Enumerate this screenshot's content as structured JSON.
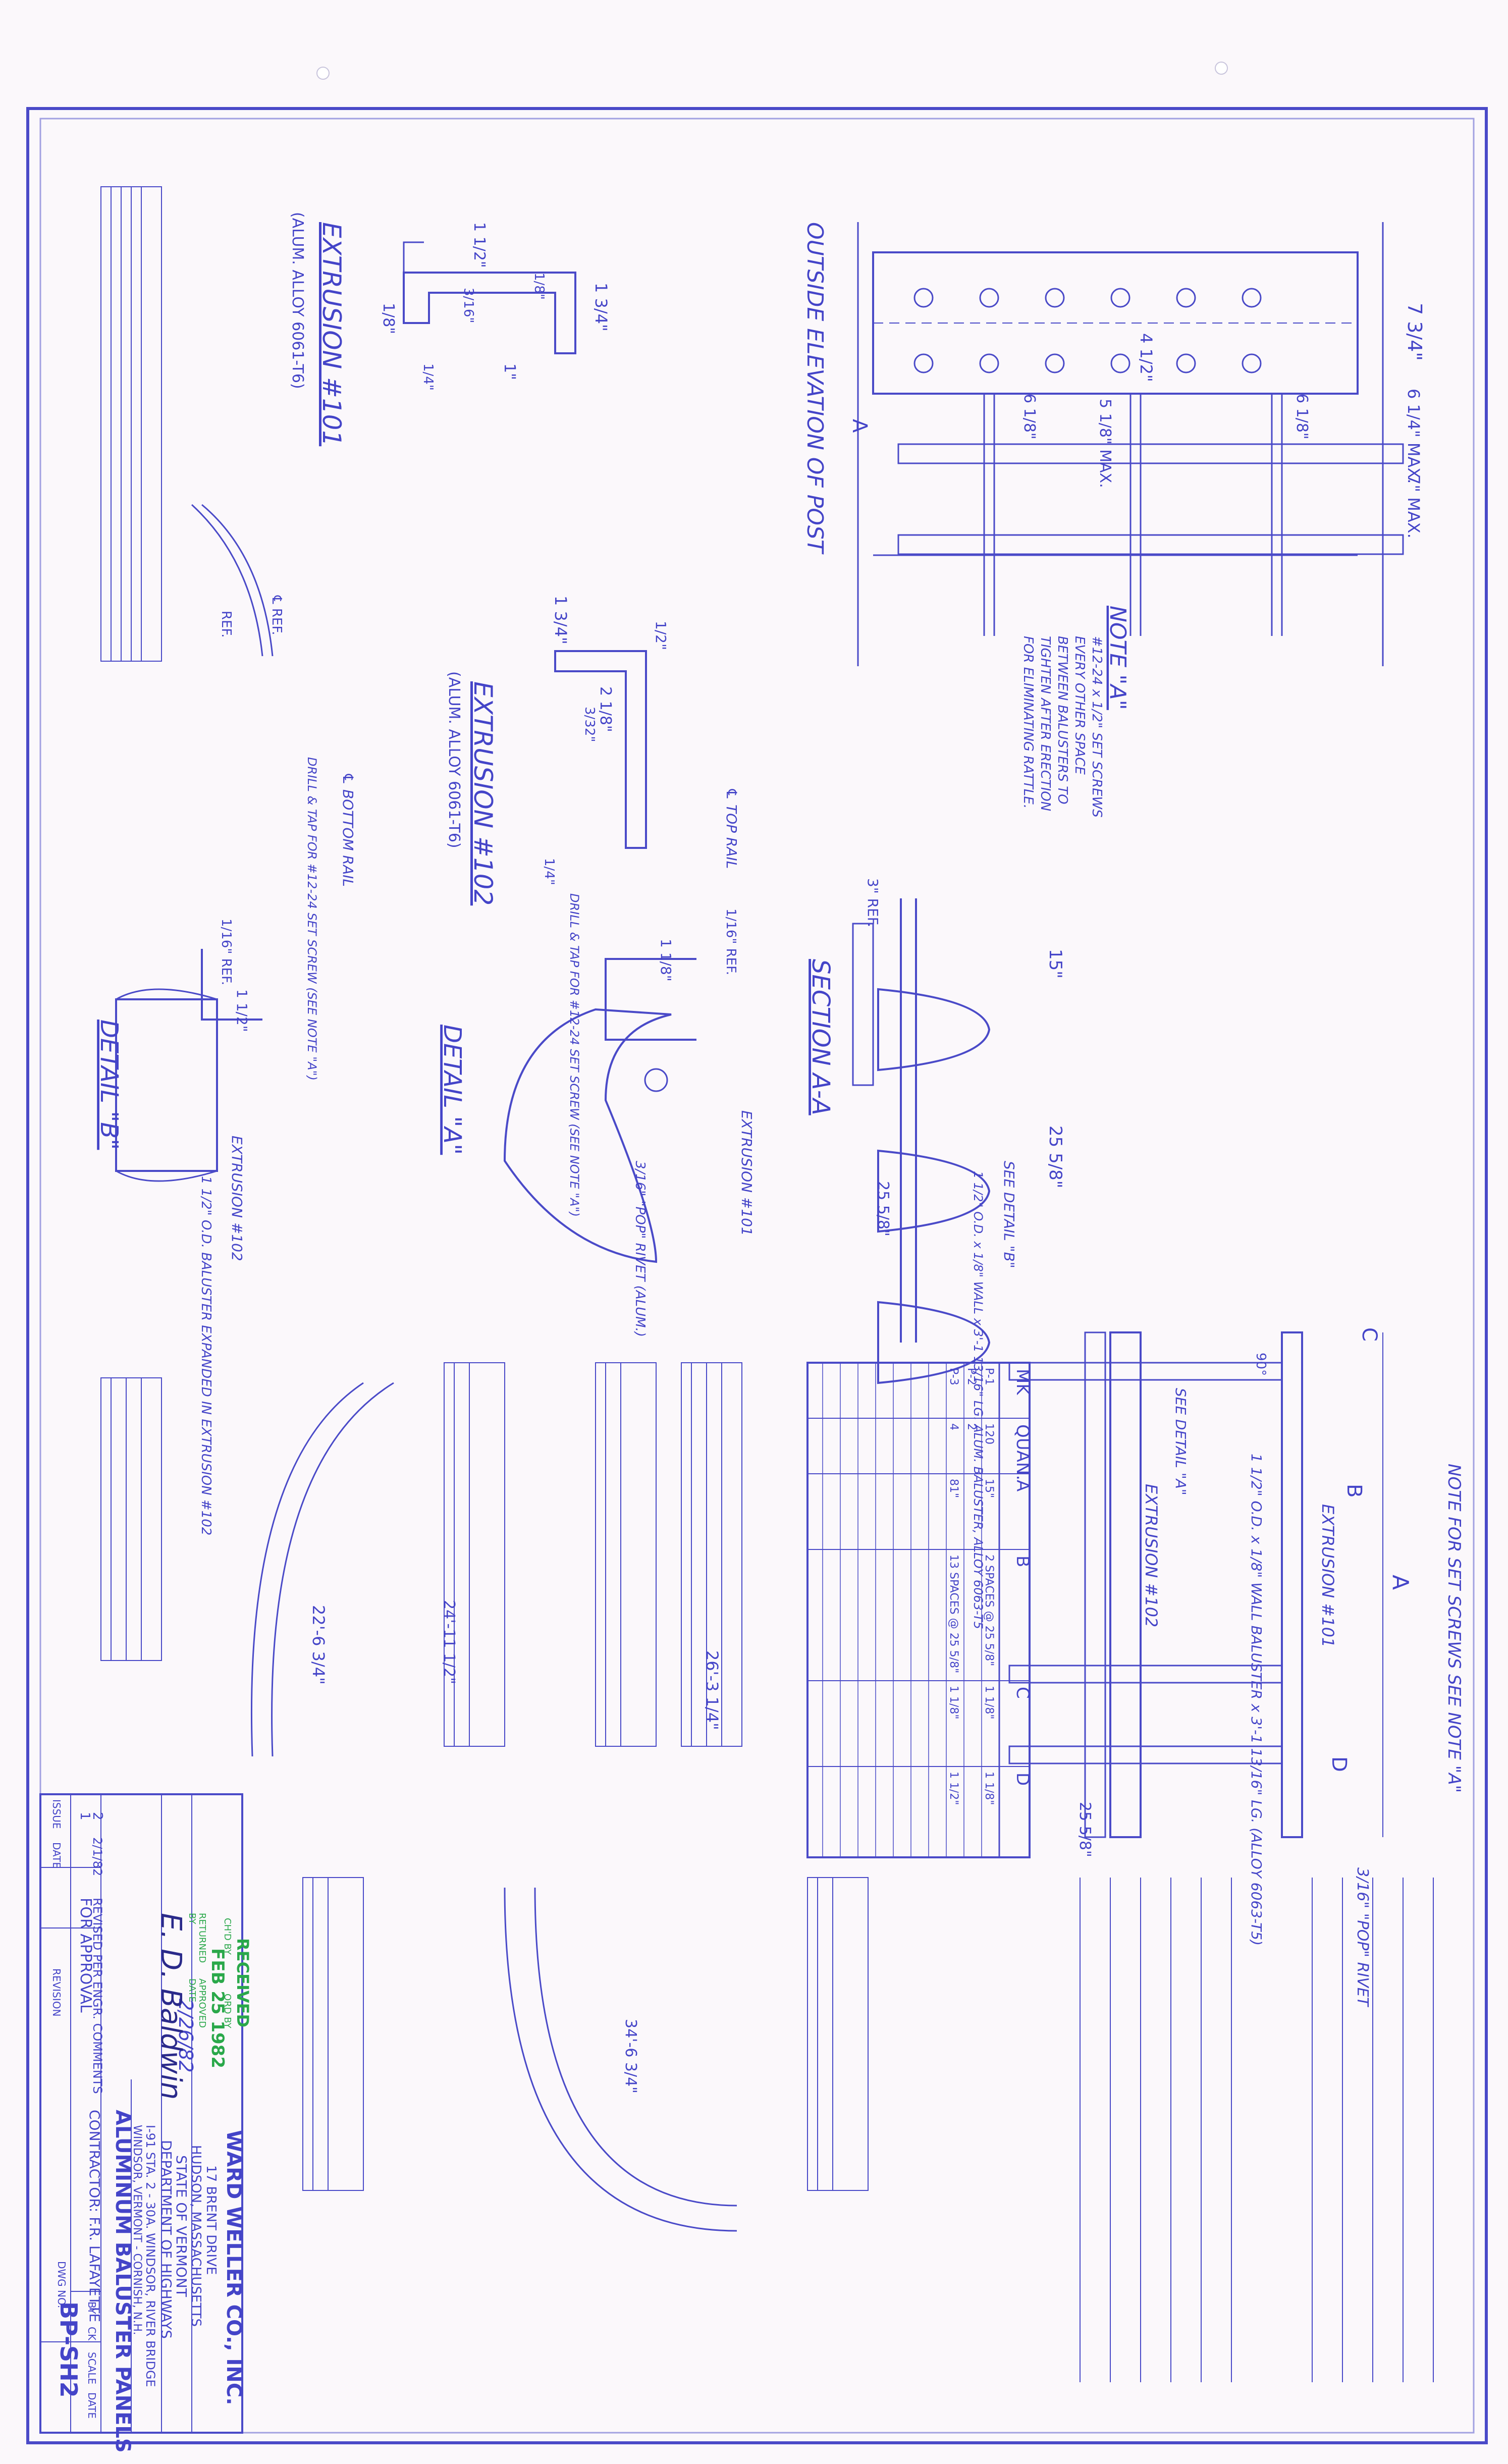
{
  "drawing": {
    "outside_elevation": {
      "title": "OUTSIDE ELEVATION OF POST",
      "dims": [
        "7 3/4\"",
        "6 1/4\" MAX.",
        "7\" MAX.",
        "4 1/2\"",
        "5 1/8\" MAX.",
        "6 1/8\"",
        "6 1/8\""
      ],
      "section_mark": "A",
      "note_a_title": "NOTE \"A\"",
      "note_a_text": "#12-24 x 1/2\" SET SCREWS EVERY OTHER SPACE BETWEEN BALUSTERS TO TIGHTEN AFTER ERECTION FOR ELIMINATING RATTLE."
    },
    "extrusion_101": {
      "title": "EXTRUSION #101",
      "subtitle": "(ALUM. ALLOY 6061-T6)",
      "dims": [
        "1 3/4\"",
        "1/8\"",
        "1 1/2\"",
        "1\"",
        "3/16\"",
        "1/8\"",
        "1/4\""
      ]
    },
    "extrusion_102": {
      "title": "EXTRUSION #102",
      "subtitle": "(ALUM. ALLOY 6061-T6)",
      "dims": [
        "1 3/4\"",
        "1/2\"",
        "2 1/8\"",
        "3/32\"",
        "1/4\""
      ]
    },
    "section_aa": {
      "title": "SECTION A-A",
      "dims": [
        "25 5/8\"",
        "15\"",
        "25 5/8\"",
        "3\" REF."
      ],
      "callouts": [
        "SEE DETAIL \"A\"",
        "SEE DETAIL \"B\"",
        "1 1/2\" O.D. x 1/8\" WALL x 3'-1 13/16\" LG. ALUM. BALUSTER, ALLOY 6063-T5"
      ]
    },
    "detail_a": {
      "title": "DETAIL \"A\"",
      "callouts": [
        "EXTRUSION #101",
        "3/16\" \"POP\" RIVET (ALUM.)",
        "DRILL & TAP FOR #12-24 SET SCREW (SEE NOTE \"A\")",
        "℄ TOP RAIL",
        "1/16\" REF.",
        "1 1/8\""
      ]
    },
    "detail_b": {
      "title": "DETAIL \"B\"",
      "callouts": [
        "EXTRUSION #102",
        "1 1/2\" O.D. BALUSTER EXPANDED IN EXTRUSION #102",
        "℄ BOTTOM RAIL",
        "DRILL & TAP FOR #12-24 SET SCREW (SEE NOTE \"A\")",
        "1/16\" REF.",
        "1 1/2\""
      ]
    },
    "panel_detail": {
      "note": "NOTE  FOR SET SCREWS SEE NOTE \"A\"",
      "labels": [
        "A",
        "B",
        "C",
        "D",
        "EXTRUSION #101",
        "EXTRUSION #102",
        "1 1/2\" O.D. x 1/8\" WALL BALUSTER x 3'-1 13/16\" LG. (ALLOY 6063-T5)",
        "3/16\" \"POP\" RIVET",
        "25 5/8\"",
        "90°"
      ]
    },
    "mk_table": {
      "headers": [
        "MK",
        "QUAN.",
        "A",
        "B",
        "C",
        "D"
      ],
      "rows": [
        [
          "P-1",
          "120",
          "15\"",
          "2 SPACES @ 25 5/8\"",
          "1 1/8\"",
          "1 1/8\""
        ],
        [
          "P-2",
          "2",
          "",
          "",
          "",
          ""
        ],
        [
          "P-3",
          "4",
          "81\"",
          "13 SPACES @ 25 5/8\"",
          "1 1/8\"",
          "1 1/2\""
        ],
        [
          "",
          "",
          "",
          "",
          "",
          ""
        ],
        [
          "",
          "",
          "",
          "",
          "",
          ""
        ],
        [
          "",
          "",
          "",
          "",
          "",
          ""
        ],
        [
          "",
          "",
          "",
          "",
          "",
          ""
        ],
        [
          "",
          "",
          "",
          "",
          "",
          ""
        ],
        [
          "",
          "",
          "",
          "",
          "",
          ""
        ],
        [
          "",
          "",
          "",
          "",
          "",
          ""
        ]
      ]
    },
    "curved_panels": [
      "22'-6 3/4\"",
      "26'-3 1/4\"",
      "24'-11 1/2\"",
      "34'-6 3/4\"",
      "REF.",
      "℄ REF."
    ]
  },
  "title_block": {
    "company": "WARD WELLER CO., INC.",
    "address_line1": "17 BRENT DRIVE",
    "address_line2": "HUDSON, MASSACHUSETTS",
    "client_line1": "STATE OF VERMONT",
    "client_line2": "DEPARTMENT OF HIGHWAYS",
    "stamp_title": "RECEIVED",
    "stamp_date": "FEB 25 1982",
    "stamp_lines": [
      "CH'D BY",
      "ORD BY",
      "RETURNED",
      "APPROVED",
      "BY",
      "DATE"
    ],
    "stamp_approval": "2/26/82",
    "signature": "E. D. Baldwin",
    "project_lines": [
      "I-91 STA. 2 - 30A. WINDSOR, RIVER BRIDGE",
      "WINDSOR, VERMONT - CORNISH, N.H."
    ],
    "drawing_title": "ALUMINUM BALUSTER PANELS",
    "contractor": "CONTRACTOR: F.R. LAFAYETTE",
    "fields": [
      "BY",
      "CK",
      "SCALE",
      "DATE",
      "DWG NO."
    ],
    "drawing_number": "BP-SH2",
    "revisions": [
      {
        "issue": "2",
        "date": "2/1/82",
        "description": "REVISED PER ENGR. COMMENTS"
      },
      {
        "issue": "1",
        "date": "",
        "description": "FOR APPROVAL"
      }
    ],
    "rev_headers": [
      "ISSUE",
      "DATE",
      "REVISION"
    ]
  },
  "colors": {
    "ink": "#4a4ac8",
    "paper": "#fbf8fb",
    "stamp_green": "#2aa84a"
  }
}
